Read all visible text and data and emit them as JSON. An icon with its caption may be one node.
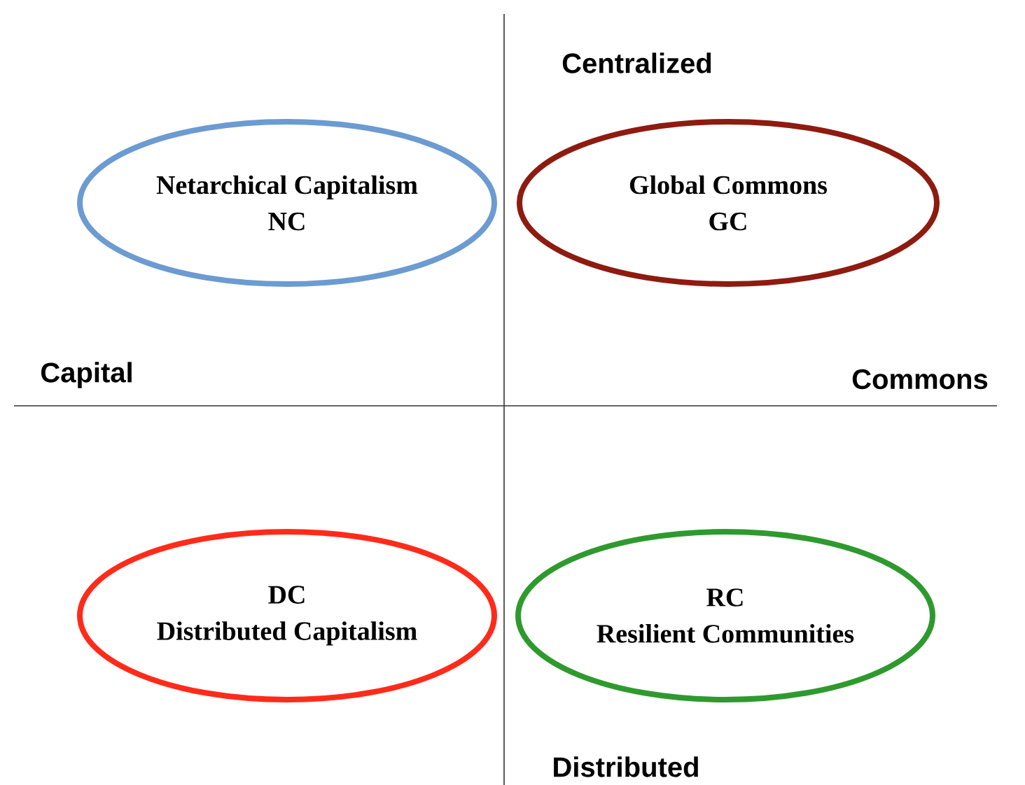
{
  "diagram": {
    "nodes": [
      {
        "text": [
          "Netarchical Capitalism",
          "NC"
        ]
      },
      {
        "text": [
          "Global Commons",
          "GC"
        ]
      },
      {
        "text": [
          "DC",
          "Distributed Capitalism"
        ]
      },
      {
        "text": [
          "RC",
          "Resilient Communities"
        ]
      }
    ],
    "labels": [
      "Centralized",
      "Capital",
      "Commons",
      "Distributed"
    ]
  }
}
